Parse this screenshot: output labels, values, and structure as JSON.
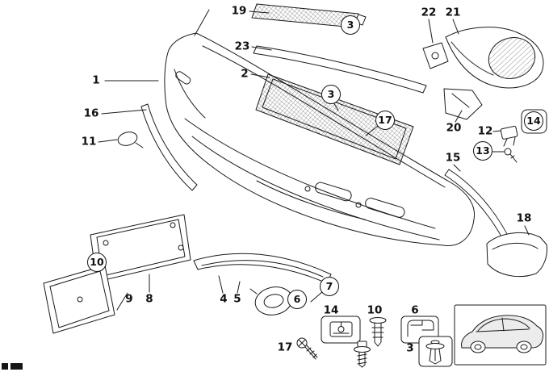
{
  "colors": {
    "line": "#1a1a1a",
    "background": "#ffffff",
    "shade": "#ececec"
  },
  "callouts": {
    "n1": "1",
    "n2": "2",
    "c3_top": "3",
    "c3_mid": "3",
    "n4": "4",
    "n5": "5",
    "c6": "6",
    "c7": "7",
    "n8": "8",
    "n9": "9",
    "c10": "10",
    "n11": "11",
    "n12": "12",
    "c13": "13",
    "c14": "14",
    "n15": "15",
    "n16": "16",
    "c17_mid": "17",
    "n18": "18",
    "n19": "19",
    "n20": "20",
    "n21": "21",
    "n22": "22",
    "n23": "23"
  },
  "legend": {
    "items": [
      {
        "ref": "14",
        "icon": "speed-nut-icon"
      },
      {
        "ref": "10",
        "icon": "push-rivet-icon"
      },
      {
        "ref": "6",
        "icon": "spring-clip-icon"
      },
      {
        "ref": "17",
        "icon": "screw-icon"
      },
      {
        "ref": "3",
        "icon": "expanding-rivet-icon"
      }
    ],
    "vehicle_icon": "car-icon"
  }
}
